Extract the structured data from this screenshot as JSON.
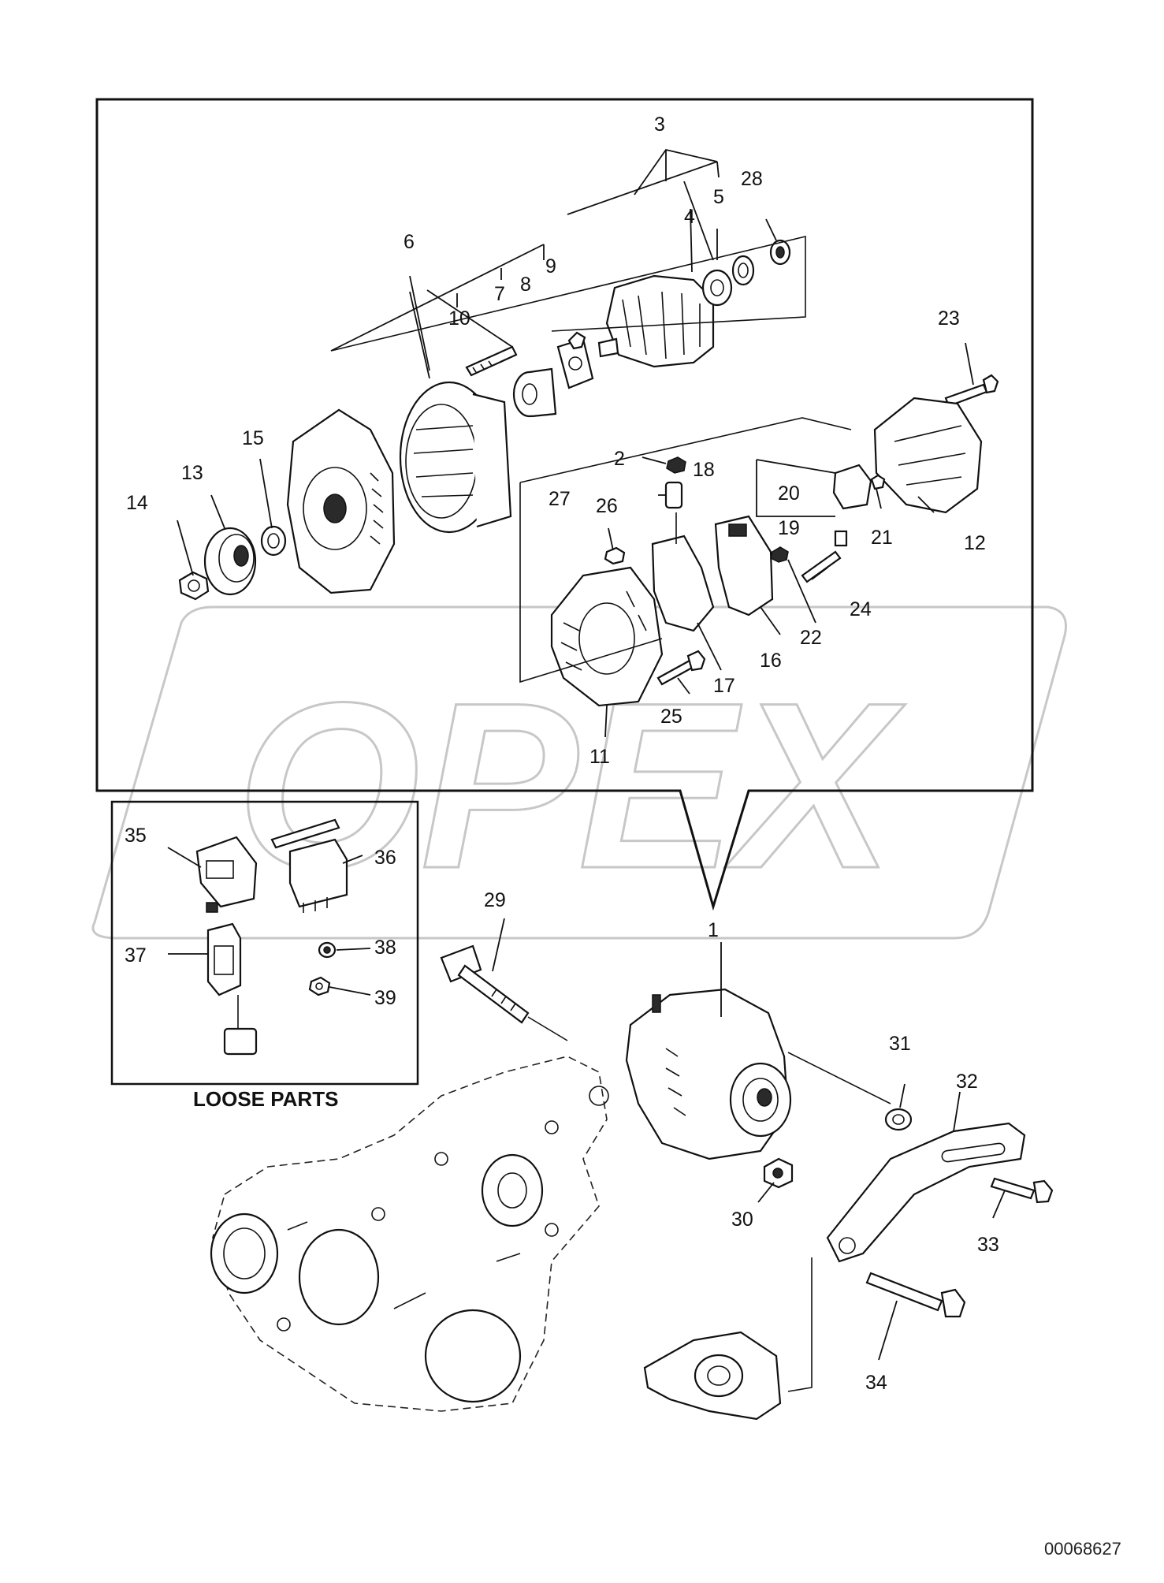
{
  "callouts": {
    "c1": "1",
    "c2": "2",
    "c3": "3",
    "c4": "4",
    "c5": "5",
    "c6": "6",
    "c7": "7",
    "c8": "8",
    "c9": "9",
    "c10": "10",
    "c11": "11",
    "c12": "12",
    "c13": "13",
    "c14": "14",
    "c15": "15",
    "c16": "16",
    "c17": "17",
    "c18": "18",
    "c19": "19",
    "c20": "20",
    "c21": "21",
    "c22": "22",
    "c23": "23",
    "c24": "24",
    "c25": "25",
    "c26": "26",
    "c27": "27",
    "c28": "28",
    "c29": "29",
    "c30": "30",
    "c31": "31",
    "c32": "32",
    "c33": "33",
    "c34": "34",
    "c35": "35",
    "c36": "36",
    "c37": "37",
    "c38": "38",
    "c39": "39"
  },
  "loose_parts_caption": "LOOSE PARTS",
  "drawing_code": "00068627",
  "watermark_text": "OPEX"
}
